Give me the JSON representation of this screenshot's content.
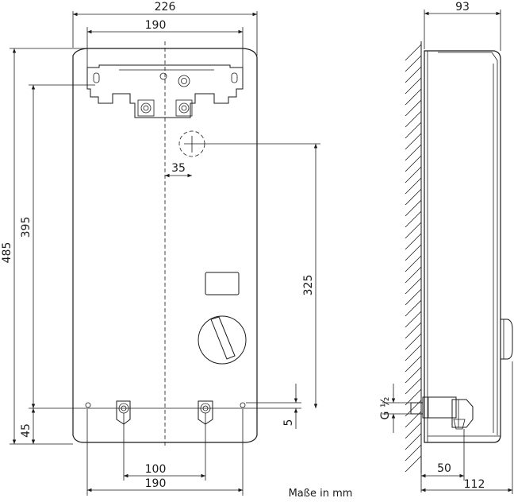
{
  "dimensions": {
    "front_width": "226",
    "front_top_mount": "190",
    "front_bottom_mount": "190",
    "outlet_spacing": "100",
    "offset_35": "35",
    "height_total": "485",
    "height_mount": "395",
    "height_inlet": "325",
    "bottom_45": "45",
    "bottom_5": "5",
    "side_depth": "93",
    "side_depth_total": "112",
    "side_50": "50",
    "thread": "G ½"
  },
  "note": "Maße in mm"
}
